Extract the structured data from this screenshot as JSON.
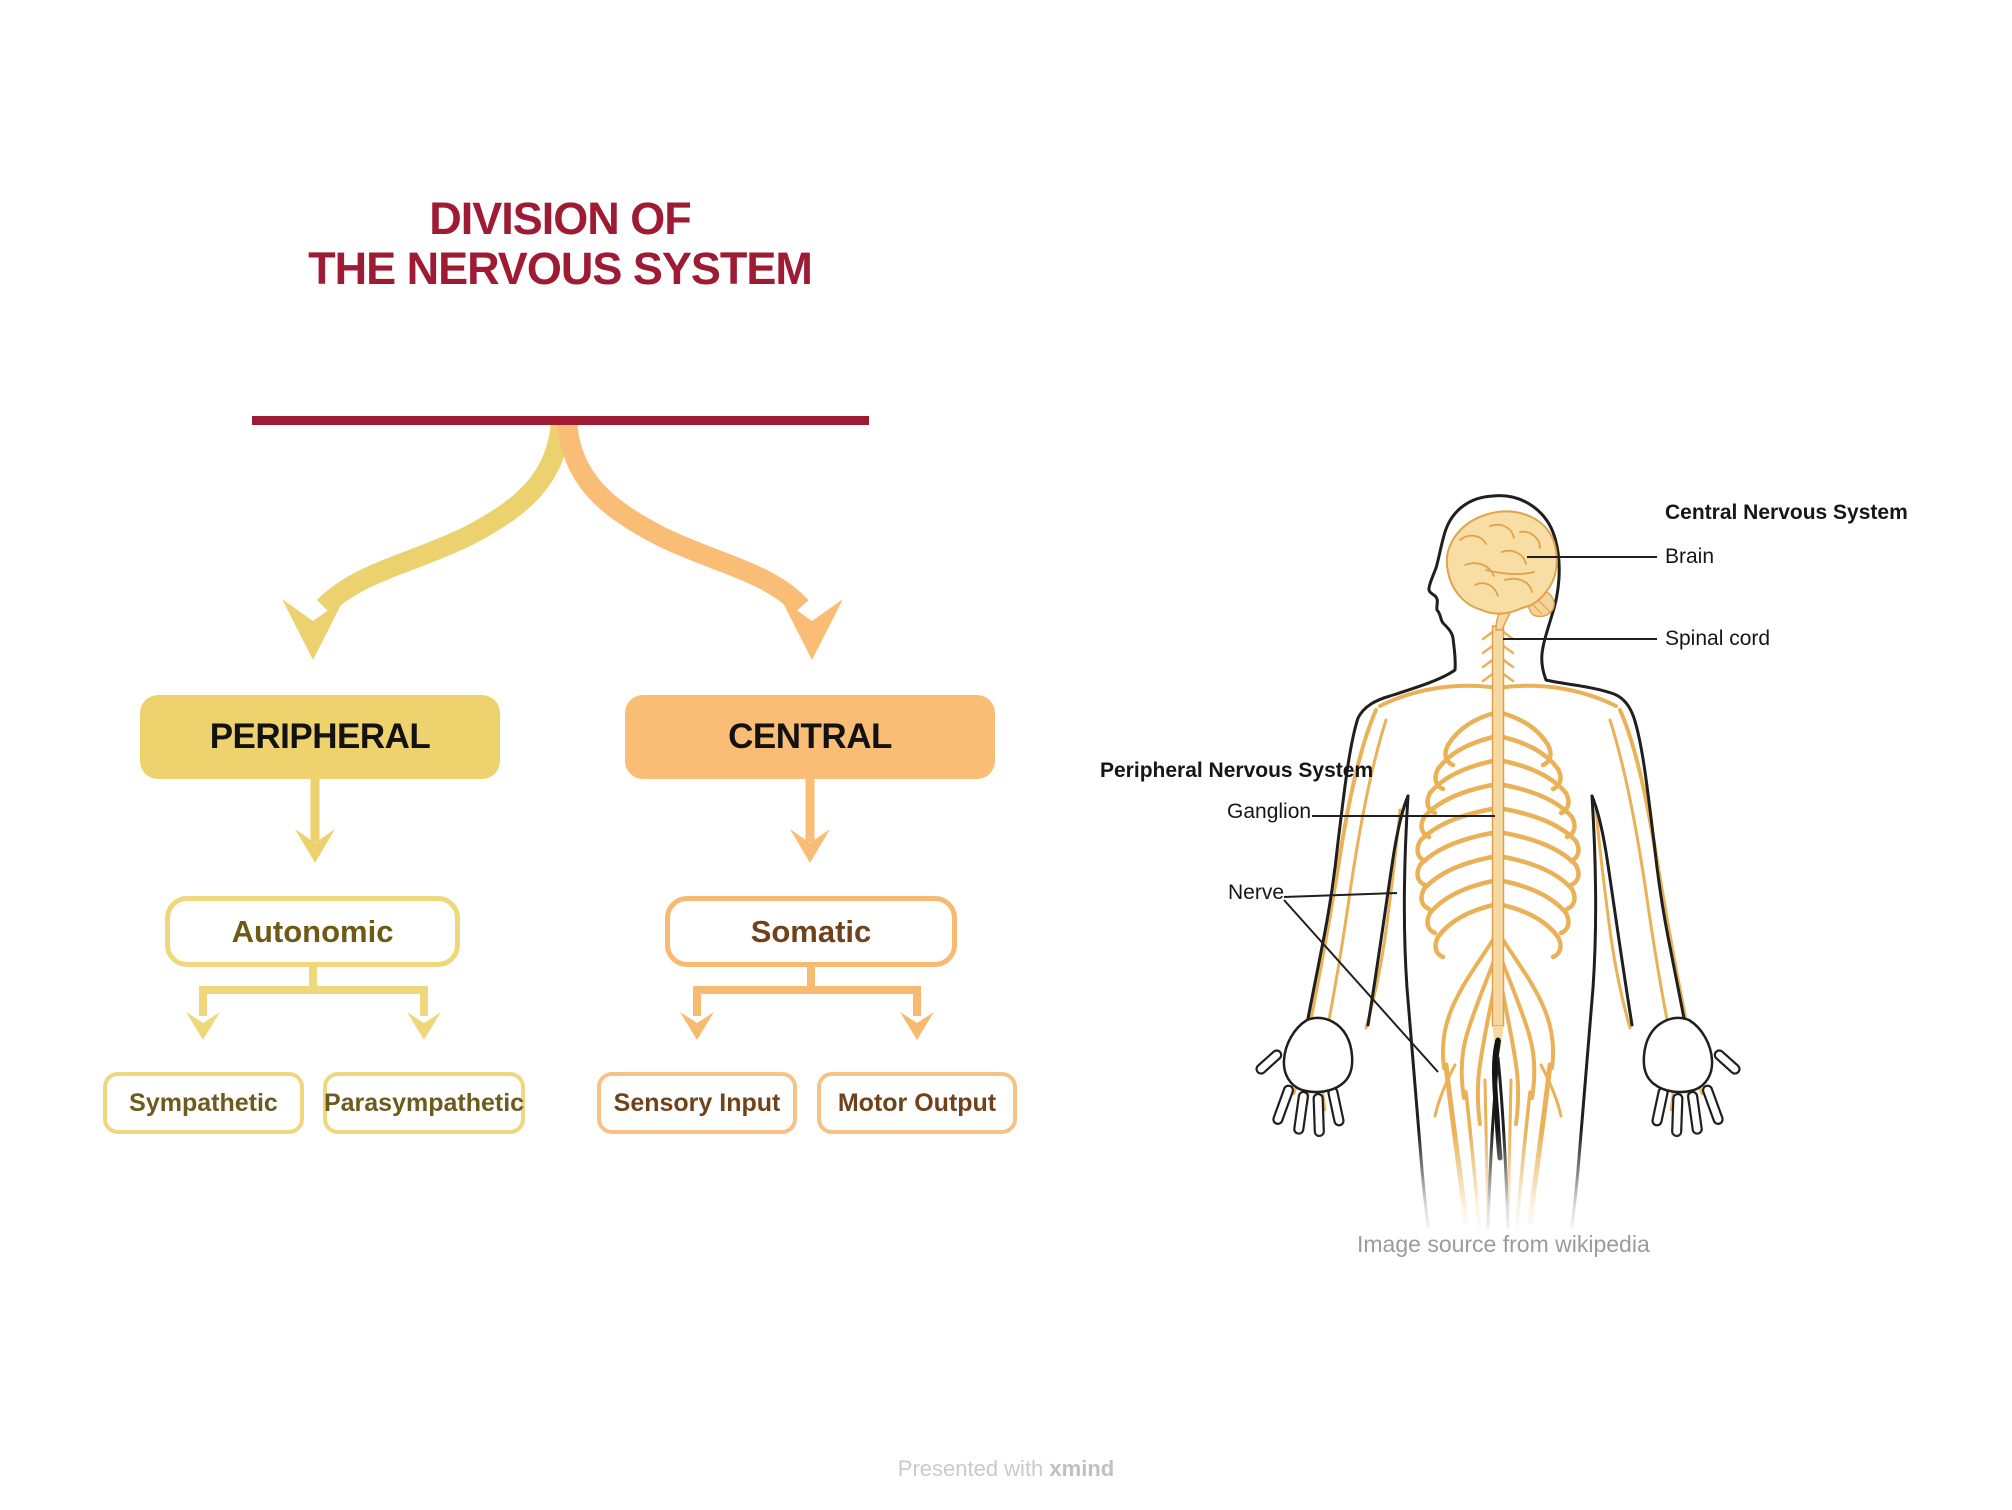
{
  "title": {
    "line1": "DIVISION OF",
    "line2": "THE NERVOUS SYSTEM"
  },
  "tree": {
    "peripheral": {
      "label": "PERIPHERAL",
      "child": "Autonomic",
      "grandchildren": [
        "Sympathetic",
        "Parasympathetic"
      ]
    },
    "central": {
      "label": "CENTRAL",
      "child": "Somatic",
      "grandchildren": [
        "Sensory Input",
        "Motor Output"
      ]
    }
  },
  "figure": {
    "labels": {
      "cns": "Central Nervous System",
      "brain": "Brain",
      "spinal_cord": "Spinal cord",
      "pns": "Peripheral Nervous System",
      "ganglion": "Ganglion",
      "nerve": "Nerve"
    },
    "caption": "Image source from wikipedia"
  },
  "footer": {
    "prefix": "Presented with",
    "brand": "xmind"
  },
  "colors": {
    "maroon": "#9e1b33",
    "yellow_fill": "#edd26e",
    "yellow_border": "#efd87c",
    "yellow_text": "#6f5a15",
    "orange_fill": "#f9bd75",
    "orange_border": "#f6ba70",
    "orange_text": "#71421a",
    "nerve_orange": "#eab157",
    "spine_fill": "#f5d9a0",
    "caption_gray": "#9b9b9b",
    "footer_gray": "#cfc8c8"
  }
}
